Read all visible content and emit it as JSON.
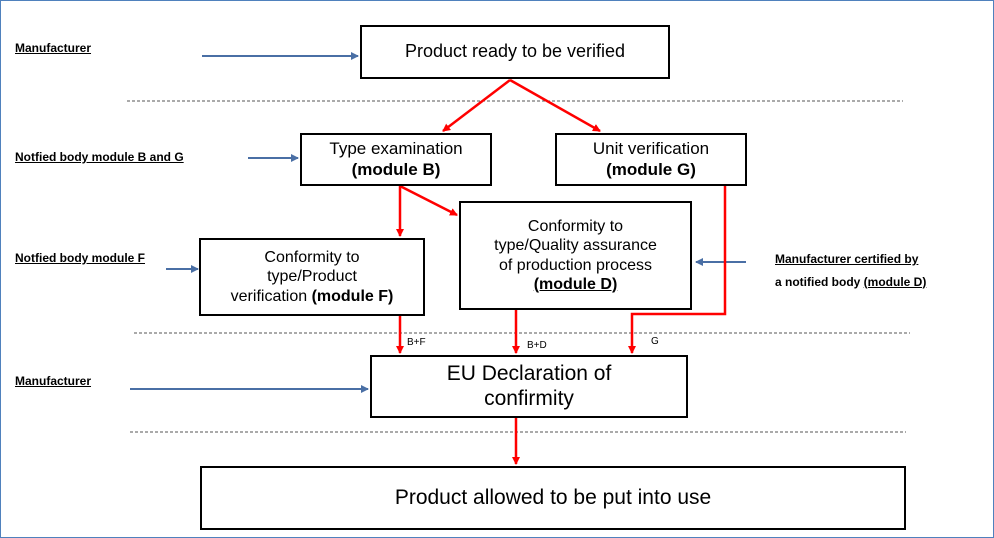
{
  "labels": {
    "manufacturer_top": "Manufacturer",
    "notified_bg": "Notfied body module B and G",
    "notified_f": "Notfied body module F",
    "manufacturer_certified_line1": "Manufacturer certified by",
    "manufacturer_certified_line2_pre": "a notified body ",
    "manufacturer_certified_line2_u": "(module D)",
    "manufacturer_bottom": "Manufacturer"
  },
  "boxes": {
    "product_ready": "Product ready to be verified",
    "type_exam": {
      "line1": "Type examination",
      "bold": "(module B)"
    },
    "unit_verif": {
      "line1": "Unit verification",
      "bold": "(module G)"
    },
    "conformity_d": {
      "line1": "Conformity to",
      "line2": "type/Quality assurance",
      "line3": "of production process",
      "bold": "(module D)"
    },
    "conformity_f": {
      "line1": "Conformity to",
      "line2": "type/Product",
      "line3": "verification ",
      "bold": "(module F)"
    },
    "eu_decl": {
      "line1": "EU Declaration of",
      "line2": "confirmity"
    },
    "product_allowed": "Product allowed to be put into use"
  },
  "tags": {
    "bf": "B+F",
    "bd": "B+D",
    "g": "G"
  },
  "colors": {
    "flow_arrow": "#ff0000",
    "input_arrow": "#4a6fa5",
    "divider": "#555555",
    "frame": "#4f81bd"
  }
}
